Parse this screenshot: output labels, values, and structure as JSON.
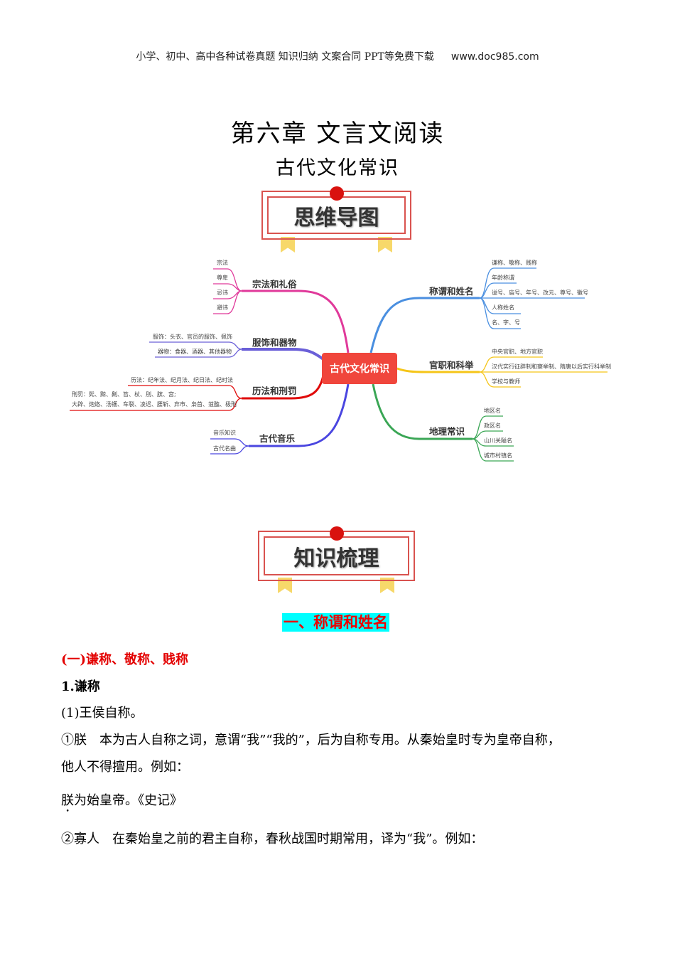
{
  "header": {
    "text": "小学、初中、高中各种试卷真题  知识归纳  文案合同  PPT等免费下载",
    "url": "www.doc985.com"
  },
  "title": "第六章 文言文阅读",
  "subtitle": "古代文化常识",
  "banner1": "思维导图",
  "banner2": "知识梳理",
  "mindmap": {
    "center": "古代文化常识",
    "left": [
      {
        "label": "宗法和礼俗",
        "items": [
          "宗法",
          "尊卑",
          "忌讳",
          "避讳"
        ]
      },
      {
        "label": "服饰和器物",
        "items": [
          "服饰：头衣、官员的服饰、佩饰",
          "器物：食器、酒器、其他器物"
        ]
      },
      {
        "label": "历法和刑罚",
        "items": [
          "历法：纪年法、纪月法、纪日法、纪时法",
          "刑罚：髡、黥、劓、笞、杖、刖、膑、宫;",
          "大辟、炮烙、汤镬、车裂、凌迟、腰斩、弃市、枭首、菹醢、极刑"
        ]
      },
      {
        "label": "古代音乐",
        "items": [
          "音乐知识",
          "古代名曲"
        ]
      }
    ],
    "right": [
      {
        "label": "称谓和姓名",
        "items": [
          "谦称、敬称、贱称",
          "年龄称谓",
          "谥号、庙号、年号、改元、尊号、徽号",
          "人称姓名",
          "名、字、号"
        ]
      },
      {
        "label": "官职和科举",
        "items": [
          "中央官职、地方官职",
          "汉代实行征辟制和察举制、隋唐以后实行科举制",
          "学校与教师"
        ]
      },
      {
        "label": "地理常识",
        "items": [
          "地区名",
          "政区名",
          "山川关隘名",
          "城市村镇名"
        ]
      }
    ]
  },
  "section": "一、称谓和姓名",
  "sub1": "(一)谦称、敬称、贱称",
  "h1": "1.谦称",
  "p1": "(1)王侯自称。",
  "p2a": "①朕",
  "p2b": "　本为古人自称之词，意谓“我”“我的”，后为自称专用。从秦始皇时专为皇帝自称，",
  "p2c": "他人不得擅用。例如：",
  "ex1a": "朕",
  "ex1b": "为始皇帝。《史记》",
  "p3a": "②寡人",
  "p3b": "　在秦始皇之前的君主自称，春秋战国时期常用，译为“我”。例如：",
  "colors": {
    "accent": "#e30000",
    "highlight": "#00ffff"
  }
}
